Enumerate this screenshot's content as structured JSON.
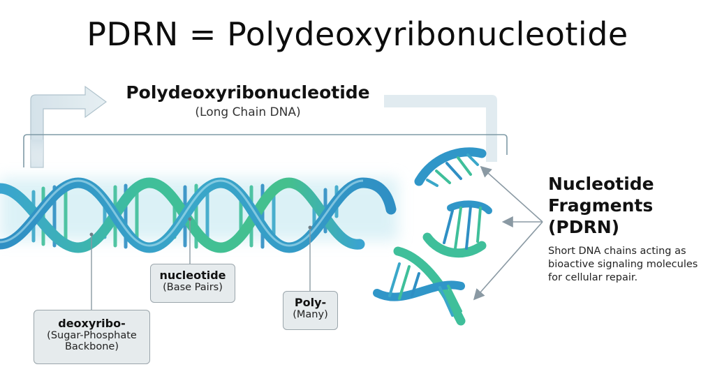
{
  "title": "PDRN = Polydeoxyribonucleotide",
  "top_label": {
    "main": "Polydeoxyribonucleotide",
    "sub": "(Long Chain DNA)"
  },
  "fragments": {
    "heading_line1": "Nucleotide",
    "heading_line2": "Fragments",
    "heading_line3": "(PDRN)",
    "description": "Short DNA chains acting as bioactive signaling molecules for cellular repair."
  },
  "labels": [
    {
      "key": "deoxyribo-",
      "value_line1": "(Sugar-Phosphate",
      "value_line2": "Backbone)"
    },
    {
      "key": "nucleotide",
      "value_line1": "(Base Pairs)"
    },
    {
      "key": "Poly-",
      "value_line1": "(Many)"
    }
  ],
  "icons": {
    "long_chain_arrow": "right-arrow-icon",
    "fragment_pointer_arrows": "arrow-icon",
    "dna_helix": "dna-helix-icon"
  },
  "colors": {
    "helix_blue": "#2f8fc4",
    "helix_green": "#3fbf9a",
    "bracket": "#7f9aa6",
    "arrow_fill": "#d6e3ea",
    "label_box_bg": "#e6ebed",
    "label_box_border": "#9aa5ab",
    "pointer_gray": "#8a99a3"
  }
}
